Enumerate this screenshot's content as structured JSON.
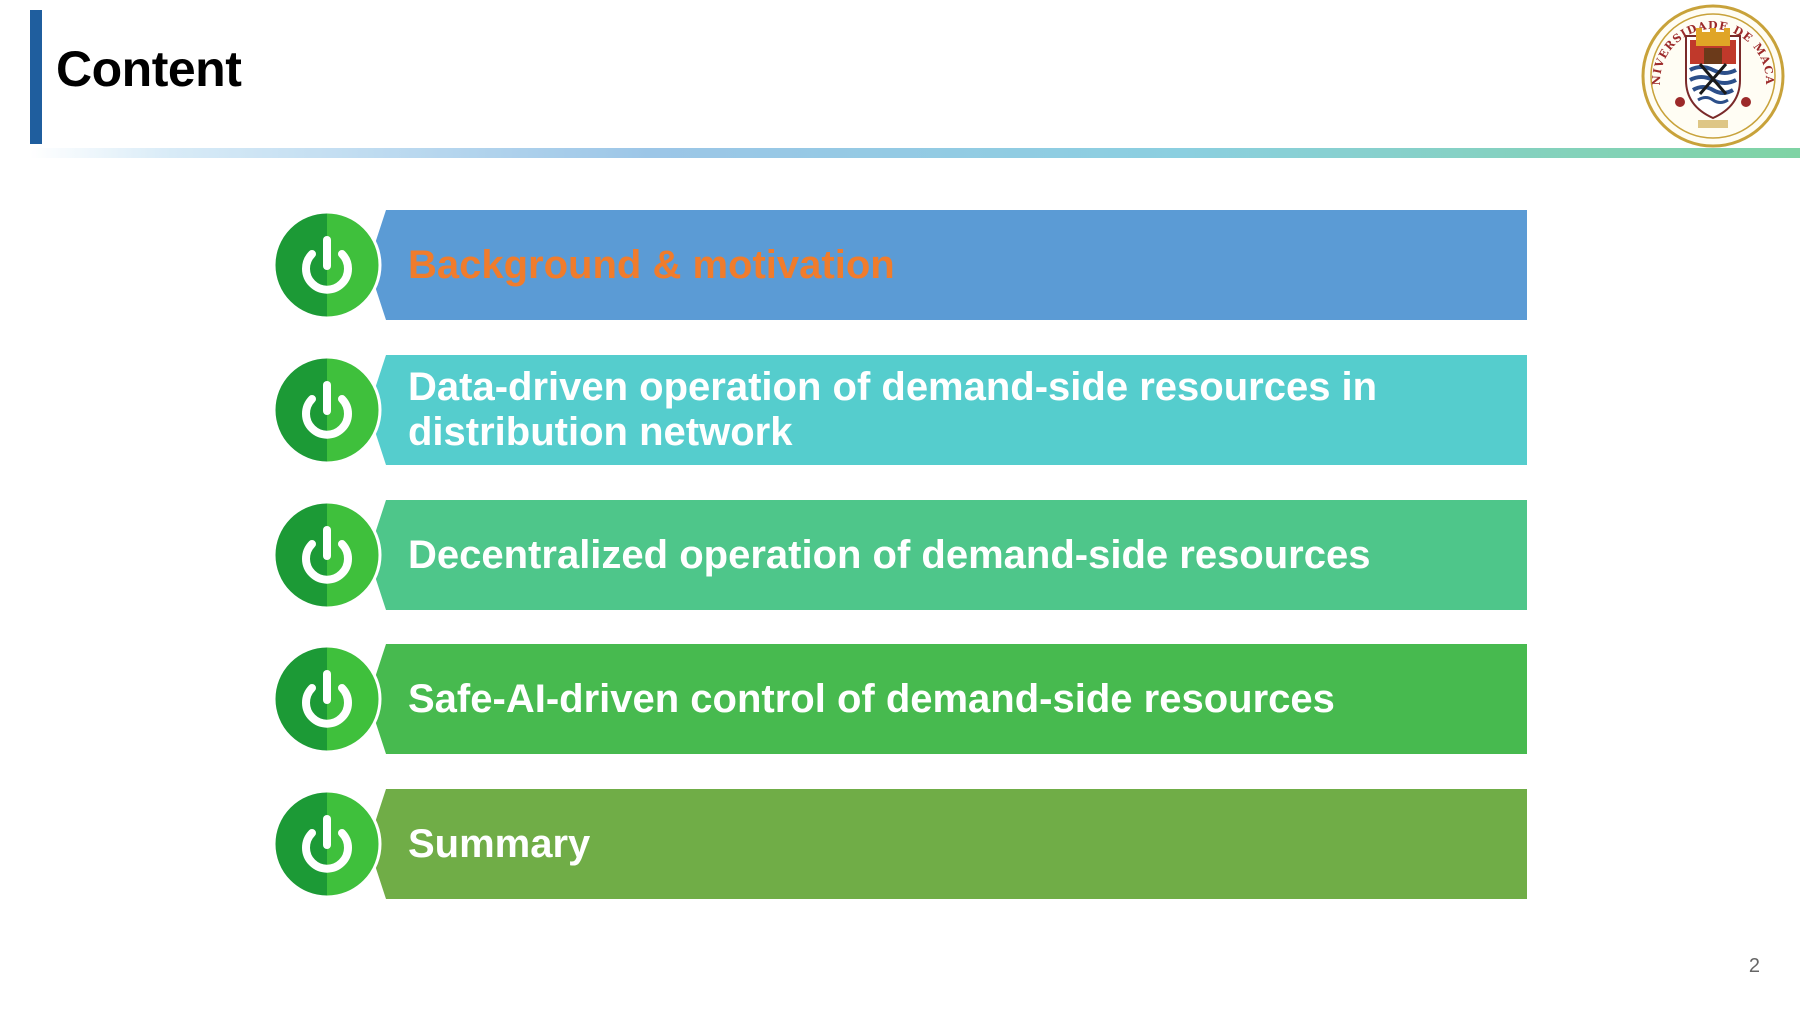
{
  "title": "Content",
  "logo": {
    "name": "university-of-macau-logo",
    "lettering": "UNIVERSIDADE DE MACAU"
  },
  "items": [
    {
      "label": "Background & motivation",
      "color": "#5b9bd5",
      "active": true
    },
    {
      "label": "Data-driven operation of demand-side resources in distribution network",
      "color": "#55cdcd",
      "active": false
    },
    {
      "label": "Decentralized operation of demand-side resources",
      "color": "#4ec68a",
      "active": false
    },
    {
      "label": "Safe-AI-driven control of demand-side resources",
      "color": "#47ba4f",
      "active": false
    },
    {
      "label": "Summary",
      "color": "#70ad47",
      "active": false
    }
  ],
  "icon": "power-icon",
  "colors": {
    "title_bar": "#1f5e9e",
    "active_text": "#f07c2c",
    "icon_dark": "#1c9a36",
    "icon_light": "#3fc03c"
  },
  "page_number": "2"
}
